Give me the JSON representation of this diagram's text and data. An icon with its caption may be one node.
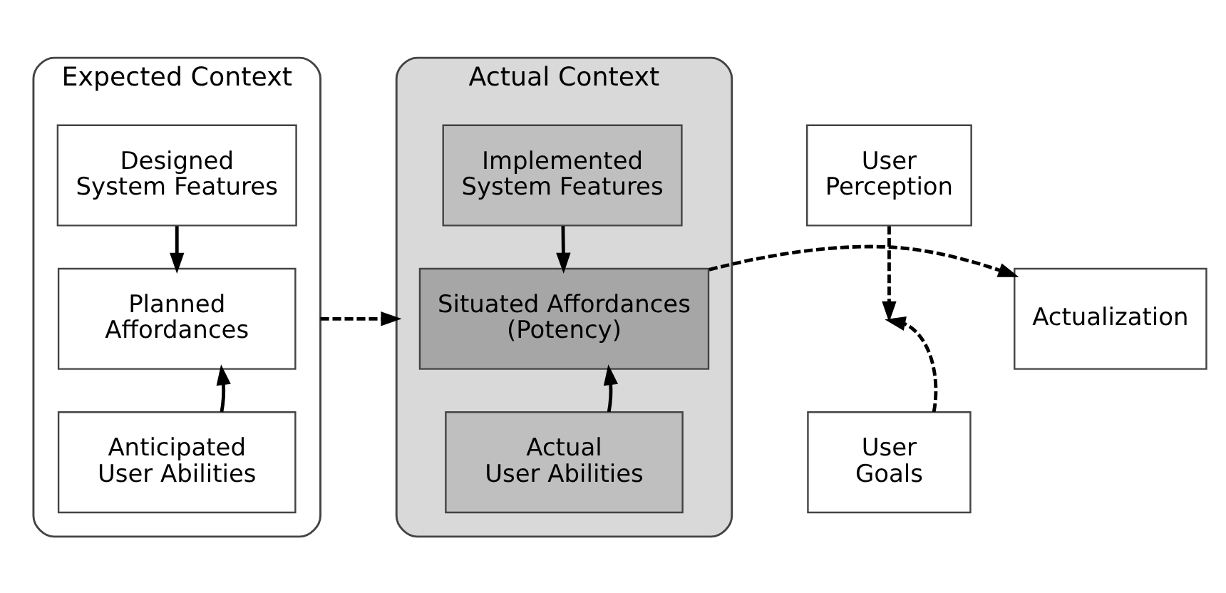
{
  "diagram": {
    "nodes": [
      {
        "text": [
          "Expected Context"
        ]
      },
      {
        "text": [
          "Designed System Features"
        ],
        "in": 0
      },
      {
        "text": [
          "Planned Affordances"
        ],
        "in": 0
      },
      {
        "text": [
          "Anticipated User Abilities"
        ],
        "in": 0
      },
      {
        "text": [
          "Actual Context"
        ]
      },
      {
        "text": [
          "Implemented System Features"
        ],
        "in": 4
      },
      {
        "text": [
          "Situated Affordances (Potency)"
        ],
        "in": 4
      },
      {
        "text": [
          "Actual User Abilities"
        ],
        "in": 4
      },
      {
        "text": [
          "User Perception"
        ]
      },
      {
        "text": [
          "User Goals"
        ]
      },
      {
        "text": [
          "Actualization"
        ]
      }
    ],
    "edges": [
      {
        "from": 1,
        "to": 2,
        "arrow": "to"
      },
      {
        "from": 3,
        "to": 2,
        "arrow": "to"
      },
      {
        "from": 0,
        "to": 4,
        "arrow": "to",
        "style": "dashed"
      },
      {
        "from": 5,
        "to": 6,
        "arrow": "to"
      },
      {
        "from": 7,
        "to": 6,
        "arrow": "to"
      },
      {
        "from": 6,
        "to": 10,
        "arrow": "to",
        "style": "dashed"
      },
      {
        "from": 8,
        "to": null,
        "arrow": "to",
        "style": "dashed"
      },
      {
        "from": 9,
        "to": null,
        "arrow": "to",
        "style": "dashed"
      }
    ]
  }
}
